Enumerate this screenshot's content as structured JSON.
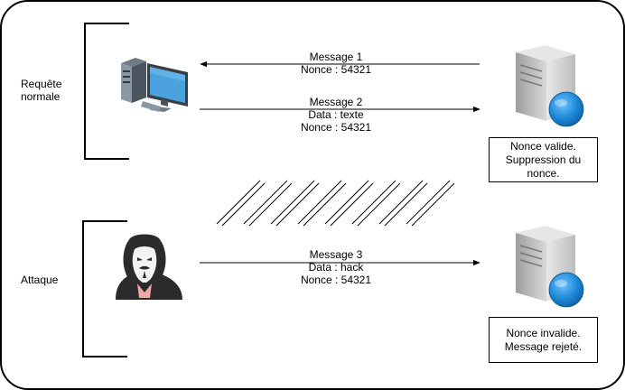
{
  "sections": {
    "normal": [
      "Requête",
      "normale"
    ],
    "attack": [
      "Attaque"
    ]
  },
  "messages": [
    {
      "lines": [
        "Message 1",
        "Nonce : 54321"
      ],
      "direction": "server-to-client"
    },
    {
      "lines": [
        "Message 2",
        "Data : texte",
        "Nonce : 54321"
      ],
      "direction": "client-to-server"
    },
    {
      "lines": [
        "Message 3",
        "Data : hack",
        "Nonce : 54321"
      ],
      "direction": "attacker-to-server"
    }
  ],
  "server_notes": {
    "top": [
      "Nonce valide.",
      "Suppression du",
      "nonce."
    ],
    "bottom": [
      "Nonce invalide.",
      "Message rejeté."
    ]
  },
  "icons": {
    "client": "desktop-computer-icon",
    "attacker": "anonymous-hacker-icon",
    "server": "server-globe-icon"
  },
  "colors": {
    "frame": "#000000",
    "screen_blue": "#4aa3df",
    "server_gray": "#c9c9c9",
    "globe_blue": "#1e88d6",
    "hacker_dark": "#2b2b2b"
  }
}
